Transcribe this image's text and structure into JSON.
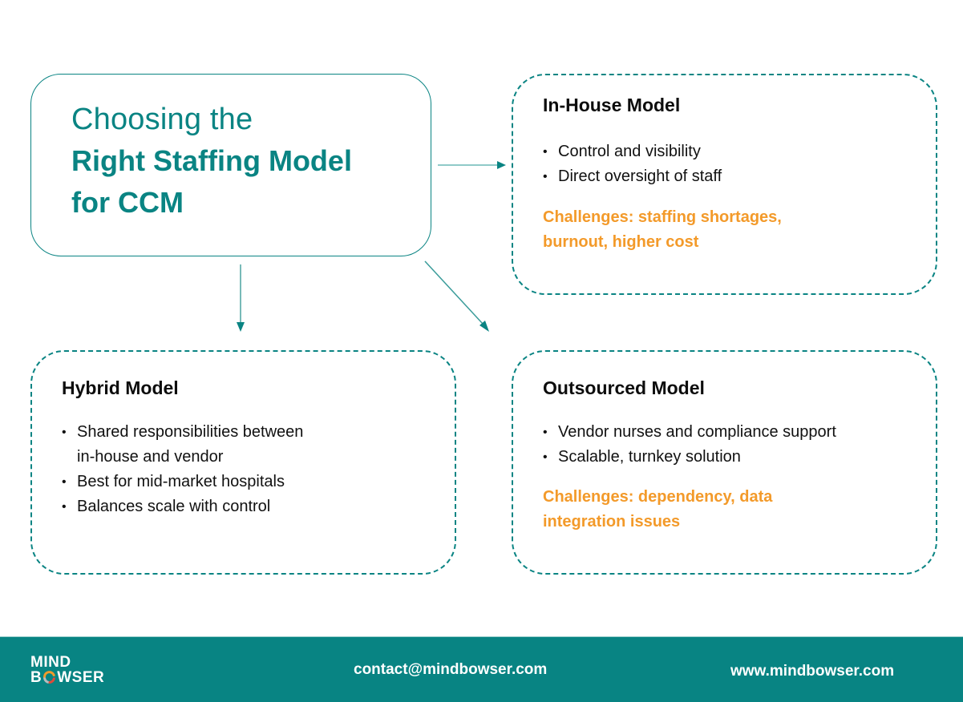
{
  "title": {
    "line1": "Choosing the",
    "line2": "Right Staffing Model",
    "line3": "for CCM"
  },
  "cards": {
    "in_house": {
      "title": "In-House Model",
      "bullets": [
        "Control and visibility",
        "Direct oversight of staff"
      ],
      "challenges_line1": "Challenges: staffing shortages,",
      "challenges_line2": "burnout, higher cost"
    },
    "hybrid": {
      "title": "Hybrid Model",
      "bullets": [
        "Shared responsibilities between",
        "in-house and vendor",
        "Best for mid-market hospitals",
        "Balances scale with control"
      ]
    },
    "outsourced": {
      "title": "Outsourced Model",
      "bullets": [
        "Vendor nurses and compliance support",
        "Scalable, turnkey solution"
      ],
      "challenges_line1": "Challenges: dependency, data",
      "challenges_line2": "integration issues"
    }
  },
  "footer": {
    "logo_line1": "MIND",
    "logo_line2_b": "B",
    "logo_line2_rest": "WSER",
    "email": "contact@mindbowser.com",
    "website": "www.mindbowser.com"
  },
  "colors": {
    "accent_teal": "#0a8483",
    "challenge_orange": "#f39a2a",
    "footer_bg": "#088483"
  }
}
